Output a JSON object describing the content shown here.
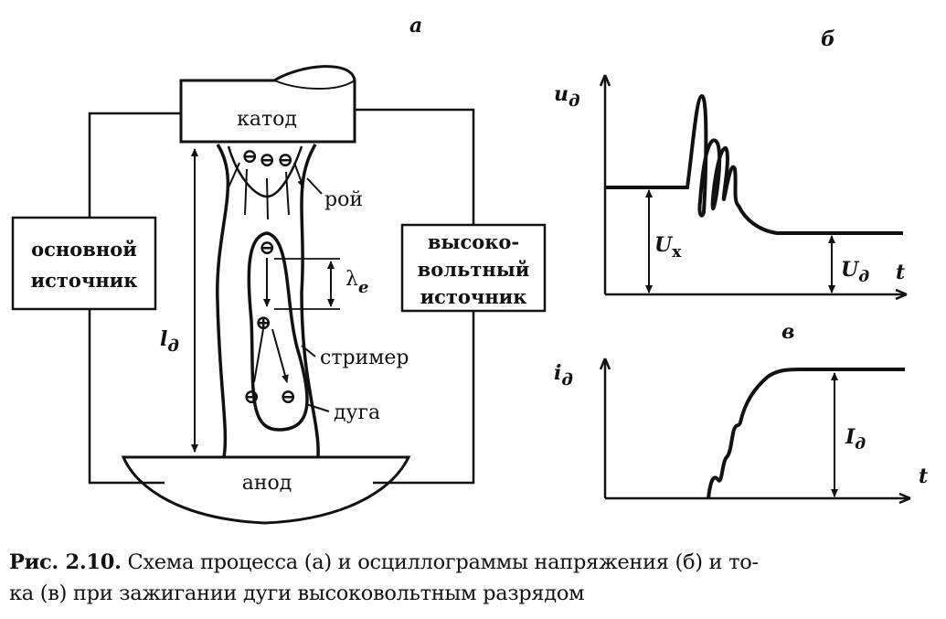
{
  "panels": {
    "a": "а",
    "b": "б",
    "v": "в"
  },
  "schematic": {
    "cathode": "катод",
    "anode": "анод",
    "main_source": [
      "основной",
      "источник"
    ],
    "hv_source": [
      "высоко-",
      "вольтный",
      "источник"
    ],
    "swarm": "рой",
    "streamer": "стример",
    "arc": "дуга",
    "length": "l",
    "length_sub": "д",
    "lambda": "λ",
    "lambda_sub": "e",
    "neg": "⊖",
    "pos": "⊕"
  },
  "voltage_graph": {
    "y_label": "u",
    "y_sub": "д",
    "x_label": "t",
    "ux": "U",
    "ux_sub": "x",
    "ud": "U",
    "ud_sub": "д"
  },
  "current_graph": {
    "y_label": "i",
    "y_sub": "д",
    "x_label": "t",
    "id": "I",
    "id_sub": "д"
  },
  "caption": {
    "fig": "Рис. 2.10.",
    "line1": "Схема процесса (а) и осциллограммы напряжения (б) и то-",
    "line2": "ка (в) при зажигании дуги высоковольтным разрядом"
  }
}
